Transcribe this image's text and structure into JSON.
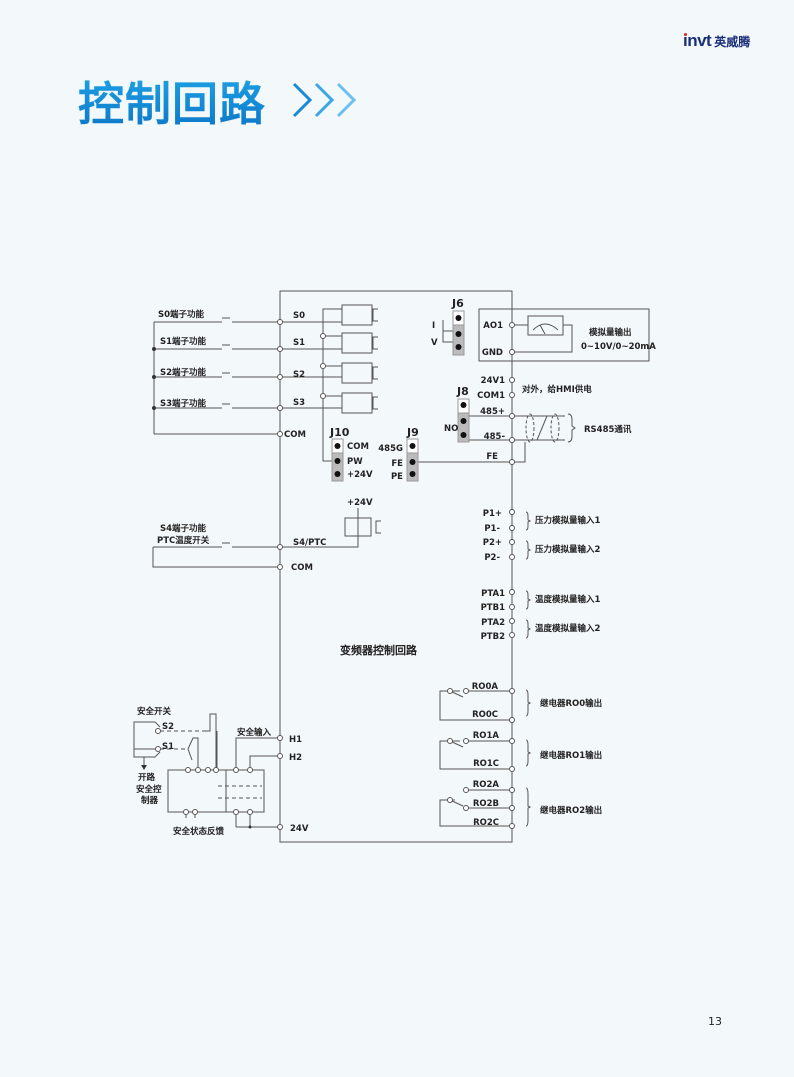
{
  "brand": {
    "logo_en": "invt",
    "logo_cn": "英威腾"
  },
  "page_title": "控制回路",
  "page_number": "13",
  "colors": {
    "title": "#1a8ad6",
    "line": "#555555",
    "jumper": "#bbbbbb",
    "logo": "#1b2f7a"
  },
  "diagram": {
    "center_label": "变频器控制回路",
    "inputs": {
      "s0_func": "S0端子功能",
      "s1_func": "S1端子功能",
      "s2_func": "S2端子功能",
      "s3_func": "S3端子功能",
      "s4_func": "S4端子功能",
      "ptc_switch": "PTC温度开关",
      "s0": "S0",
      "s1": "S1",
      "s2": "S2",
      "s3": "S3",
      "com": "COM",
      "s4ptc": "S4/PTC",
      "com2": "COM",
      "plus24v": "+24V"
    },
    "j10": {
      "label": "J10",
      "pins": [
        "COM",
        "PW",
        "+24V"
      ]
    },
    "j9": {
      "label": "J9",
      "pins": [
        "485G",
        "FE",
        "PE"
      ]
    },
    "j6": {
      "label": "J6",
      "i": "I",
      "v": "V"
    },
    "j8": {
      "label": "J8",
      "no": "NO"
    },
    "right_terminals": {
      "ao1": "AO1",
      "gnd": "GND",
      "v24v1": "24V1",
      "com1": "COM1",
      "p485": "485+",
      "n485": "485-",
      "fe": "FE",
      "p1p": "P1+",
      "p1n": "P1-",
      "p2p": "P2+",
      "p2n": "P2-",
      "pta1": "PTA1",
      "ptb1": "PTB1",
      "pta2": "PTA2",
      "ptb2": "PTB2",
      "ro0a": "RO0A",
      "ro0c": "RO0C",
      "ro1a": "RO1A",
      "ro1c": "RO1C",
      "ro2a": "RO2A",
      "ro2b": "RO2B",
      "ro2c": "RO2C"
    },
    "right_notes": {
      "analog_out": "模拟量输出",
      "analog_range": "0~10V/0~20mA",
      "hmi_power": "对外，给HMI供电",
      "rs485": "RS485通讯",
      "pressure1": "压力模拟量输入1",
      "pressure2": "压力模拟量输入2",
      "temp1": "温度模拟量输入1",
      "temp2": "温度模拟量输入2",
      "relay0": "继电器RO0输出",
      "relay1": "继电器RO1输出",
      "relay2": "继电器RO2输出"
    },
    "safety": {
      "switch": "安全开关",
      "s2": "S2",
      "s1": "S1",
      "ctrl1": "开路",
      "ctrl2": "安全控",
      "ctrl3": "制器",
      "feedback": "安全状态反馈",
      "input": "安全输入",
      "h1": "H1",
      "h2": "H2",
      "v24": "24V"
    }
  }
}
